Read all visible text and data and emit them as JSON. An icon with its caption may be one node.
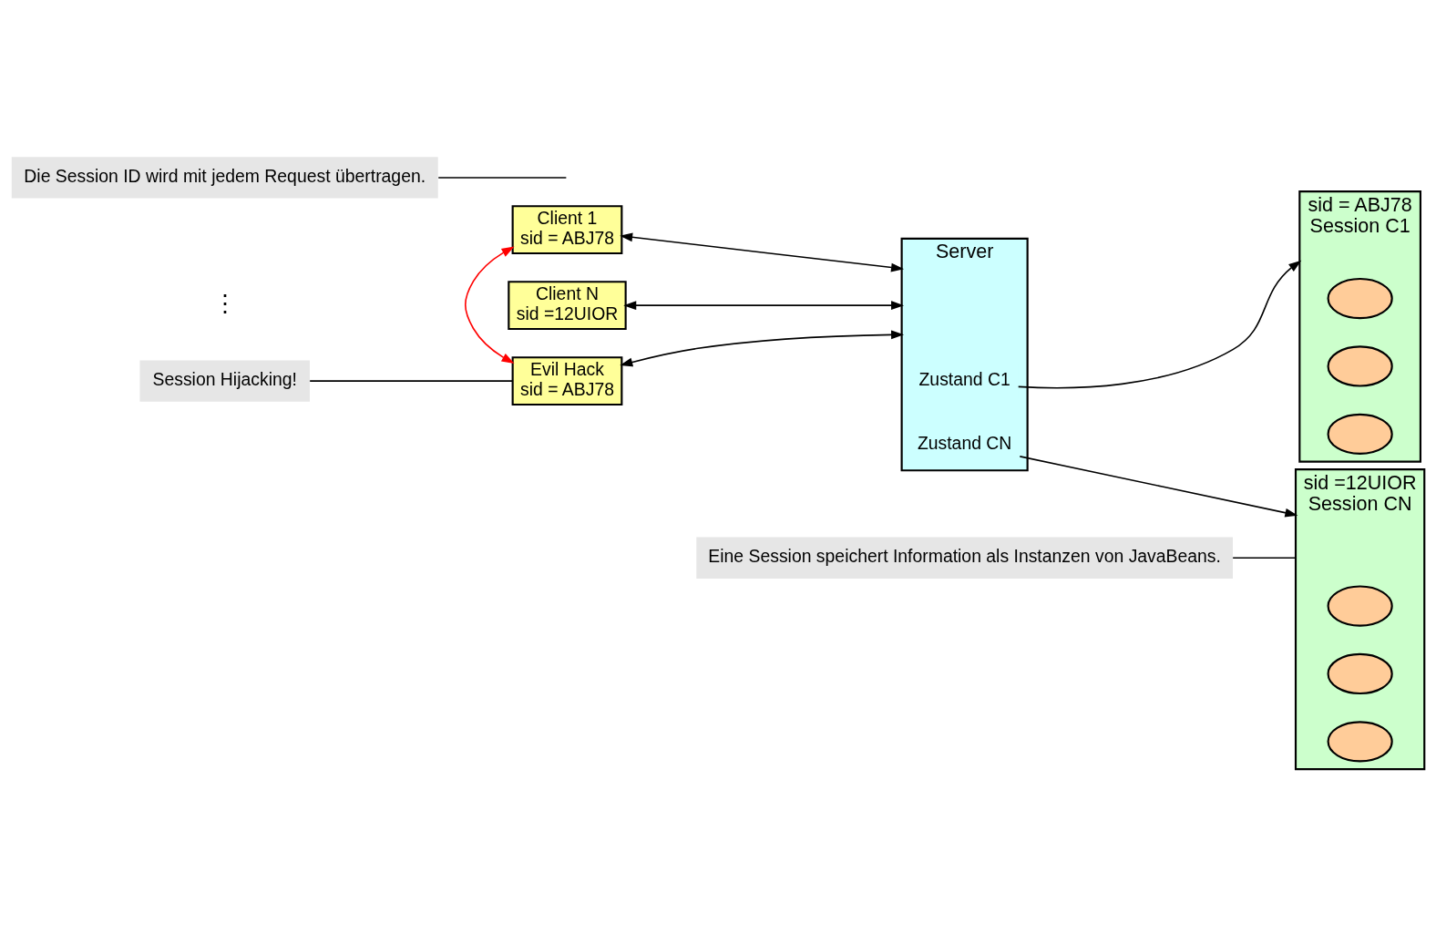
{
  "diagram": {
    "nodes": [
      {
        "text": [
          "Client 1",
          "sid = ABJ78"
        ]
      },
      {
        "text": [
          "Client N",
          "sid =12UIOR"
        ]
      },
      {
        "text": [
          "Evil Hack",
          "sid = ABJ78"
        ]
      },
      {
        "text": [
          "Server"
        ]
      },
      {
        "text": [
          "Zustand C1"
        ],
        "in": 3
      },
      {
        "text": [
          "Zustand CN"
        ],
        "in": 3
      },
      {
        "text": [
          "sid = ABJ78",
          "Session C1"
        ]
      },
      {
        "text": [],
        "shape": "ellipse",
        "in": 6
      },
      {
        "text": [],
        "shape": "ellipse",
        "in": 6
      },
      {
        "text": [],
        "shape": "ellipse",
        "in": 6
      },
      {
        "text": [
          "sid =12UIOR",
          "Session CN"
        ]
      },
      {
        "text": [],
        "shape": "ellipse",
        "in": 10
      },
      {
        "text": [],
        "shape": "ellipse",
        "in": 10
      },
      {
        "text": [],
        "shape": "ellipse",
        "in": 10
      },
      {
        "text": [
          "Die Session ID wird mit jedem Request übertragen."
        ]
      },
      {
        "text": [
          "Eine Session speichert Information als Instanzen von JavaBeans."
        ]
      },
      {
        "text": [
          "Session Hijacking!"
        ]
      }
    ],
    "edges": [
      {
        "from": 0,
        "to": 3,
        "arrow": "both"
      },
      {
        "from": 1,
        "to": 3,
        "arrow": "both"
      },
      {
        "from": 2,
        "to": 3,
        "arrow": "both"
      },
      {
        "from": 0,
        "to": 2,
        "arrow": "both",
        "color": "#ff0000"
      },
      {
        "from": 4,
        "to": 6,
        "arrow": "to"
      },
      {
        "from": 5,
        "to": 10,
        "arrow": "to"
      },
      {
        "from": 14,
        "to": null,
        "arrow": "none"
      },
      {
        "from": 15,
        "to": 10,
        "arrow": "none"
      },
      {
        "from": 16,
        "to": 2,
        "arrow": "none"
      }
    ],
    "labels": [
      "⋮"
    ]
  }
}
